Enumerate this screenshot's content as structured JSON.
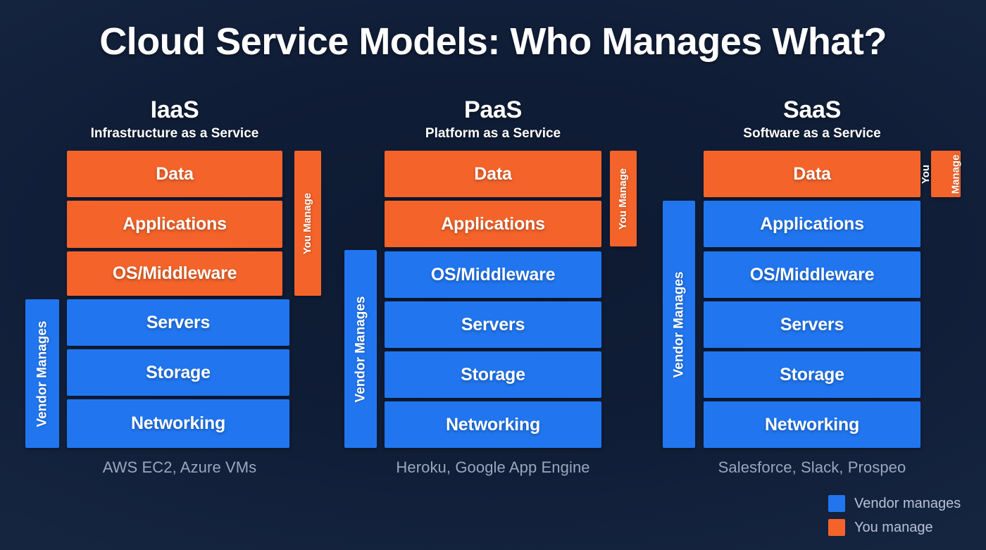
{
  "page": {
    "title": "Cloud Service Models: Who Manages What?",
    "background_color": "#0f1c35",
    "vendor_color": "#2176f0",
    "you_color": "#f4642a",
    "caption_color": "#9aa7bd"
  },
  "columns": [
    {
      "id": "iaas",
      "title": "IaaS",
      "subtitle": "Infrastructure as a Service",
      "caption": "AWS EC2, Azure VMs",
      "you_manage_label": "You Manage",
      "vendor_manages_label": "Vendor Manages",
      "layers": [
        {
          "label": "Data",
          "owner": "you"
        },
        {
          "label": "Applications",
          "owner": "you"
        },
        {
          "label": "OS/Middleware",
          "owner": "you"
        },
        {
          "label": "Servers",
          "owner": "vendor"
        },
        {
          "label": "Storage",
          "owner": "vendor"
        },
        {
          "label": "Networking",
          "owner": "vendor"
        }
      ]
    },
    {
      "id": "paas",
      "title": "PaaS",
      "subtitle": "Platform as a Service",
      "caption": "Heroku, Google App Engine",
      "you_manage_label": "You Manage",
      "vendor_manages_label": "Vendor Manages",
      "layers": [
        {
          "label": "Data",
          "owner": "you"
        },
        {
          "label": "Applications",
          "owner": "you"
        },
        {
          "label": "OS/Middleware",
          "owner": "vendor"
        },
        {
          "label": "Servers",
          "owner": "vendor"
        },
        {
          "label": "Storage",
          "owner": "vendor"
        },
        {
          "label": "Networking",
          "owner": "vendor"
        }
      ]
    },
    {
      "id": "saas",
      "title": "SaaS",
      "subtitle": "Software as a Service",
      "caption": "Salesforce, Slack, Prospeo",
      "you_manage_label_line1": "You",
      "you_manage_label_line2": "Manage",
      "vendor_manages_label": "Vendor Manages",
      "layers": [
        {
          "label": "Data",
          "owner": "you"
        },
        {
          "label": "Applications",
          "owner": "vendor"
        },
        {
          "label": "OS/Middleware",
          "owner": "vendor"
        },
        {
          "label": "Servers",
          "owner": "vendor"
        },
        {
          "label": "Storage",
          "owner": "vendor"
        },
        {
          "label": "Networking",
          "owner": "vendor"
        }
      ]
    }
  ],
  "legend": {
    "items": [
      {
        "label": "Vendor manages",
        "color": "#2176f0"
      },
      {
        "label": "You manage",
        "color": "#f4642a"
      }
    ]
  }
}
